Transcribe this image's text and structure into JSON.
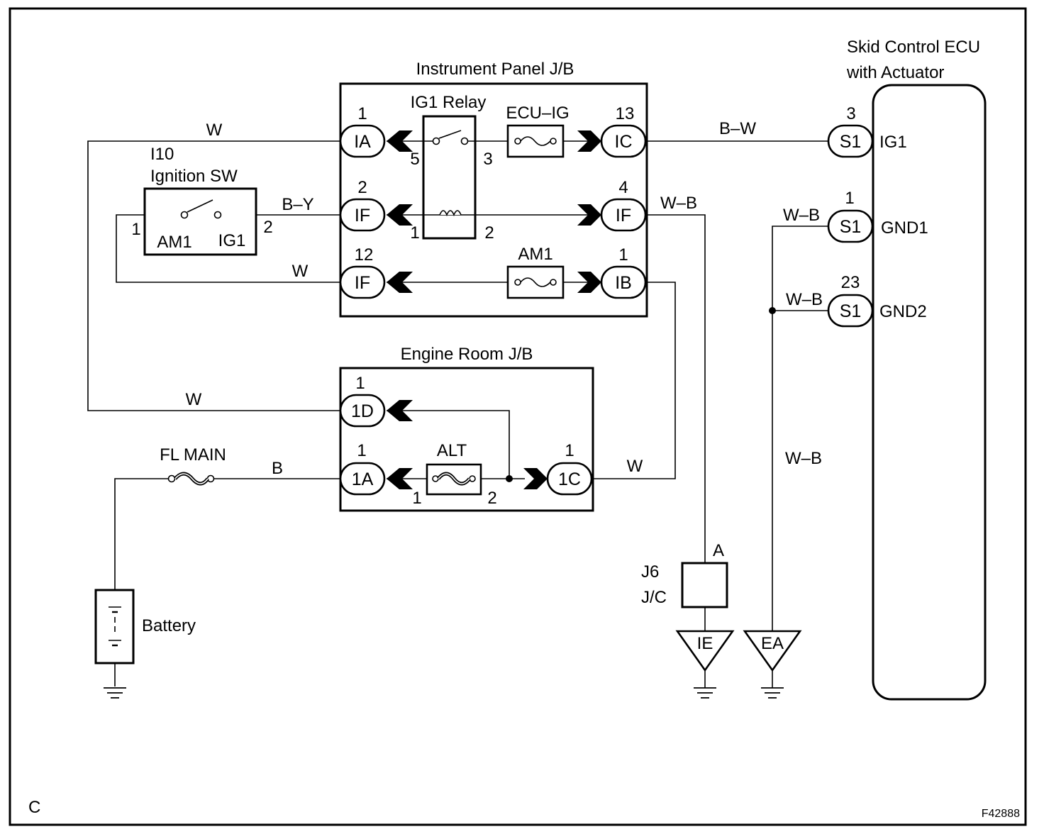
{
  "figure_code": "F42888",
  "corner_label": "C",
  "instrument_panel_jb": {
    "title": "Instrument Panel J/B",
    "relay_label": "IG1 Relay",
    "relay_pins": {
      "p5": "5",
      "p3": "3",
      "p1": "1",
      "p2": "2"
    },
    "fuse_ecu_ig": "ECU–IG",
    "fuse_am1": "AM1",
    "connectors": [
      {
        "pin": "1",
        "name": "IA"
      },
      {
        "pin": "13",
        "name": "IC"
      },
      {
        "pin": "2",
        "name": "IF"
      },
      {
        "pin": "4",
        "name": "IF"
      },
      {
        "pin": "12",
        "name": "IF"
      },
      {
        "pin": "1",
        "name": "IB"
      }
    ]
  },
  "ignition_switch": {
    "code": "I10",
    "label": "Ignition SW",
    "pin_left": "1",
    "pin_right": "2",
    "term_left": "AM1",
    "term_right": "IG1"
  },
  "engine_room_jb": {
    "title": "Engine Room J/B",
    "fuse_alt": "ALT",
    "alt_pin_left": "1",
    "alt_pin_right": "2",
    "connectors": [
      {
        "pin": "1",
        "name": "1D"
      },
      {
        "pin": "1",
        "name": "1A"
      },
      {
        "pin": "1",
        "name": "1C"
      }
    ]
  },
  "skid_ecu": {
    "title_line1": "Skid Control ECU",
    "title_line2": "with Actuator",
    "connectors": [
      {
        "pin": "3",
        "name": "S1",
        "terminal": "IG1"
      },
      {
        "pin": "1",
        "name": "S1",
        "terminal": "GND1"
      },
      {
        "pin": "23",
        "name": "S1",
        "terminal": "GND2"
      }
    ]
  },
  "wire_colors": {
    "w_ia": "W",
    "bw_ic": "B–W",
    "by_if": "B–Y",
    "wb_if4": "W–B",
    "w_if12": "W",
    "w_1d": "W",
    "b_1a": "B",
    "w_1c": "W",
    "wb_gnd1": "W–B",
    "wb_gnd2": "W–B",
    "wb_ea": "W–B"
  },
  "fl_main": "FL MAIN",
  "battery": "Battery",
  "junction_connector": {
    "code": "J6",
    "label": "J/C",
    "pin": "A"
  },
  "grounds": {
    "ie": "IE",
    "ea": "EA"
  }
}
